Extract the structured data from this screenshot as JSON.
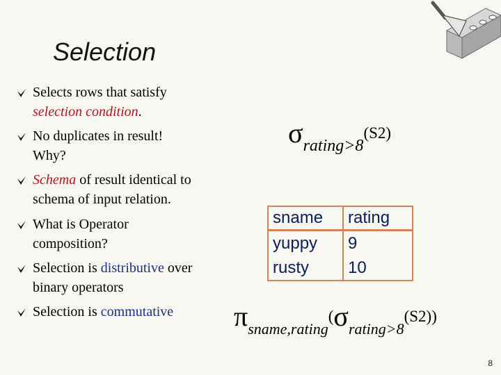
{
  "slide": {
    "title": "Selection",
    "page_number": "8"
  },
  "bullets": [
    {
      "lines": [
        [
          "Selects rows that satisfy"
        ],
        [
          "",
          "selection condition",
          "."
        ]
      ]
    },
    {
      "lines": [
        [
          "No duplicates in result!"
        ],
        [
          "Why?"
        ]
      ]
    },
    {
      "lines": [
        [
          "",
          "Schema",
          " of result identical to"
        ],
        [
          "schema of input relation."
        ]
      ]
    },
    {
      "lines": [
        [
          "What is Operator"
        ],
        [
          "composition?"
        ]
      ]
    },
    {
      "lines": [
        [
          "Selection is ",
          "distributive",
          " over"
        ],
        [
          "binary operators"
        ]
      ]
    },
    {
      "lines": [
        [
          "Selection is ",
          "commutative",
          ""
        ]
      ]
    }
  ],
  "formula_top": {
    "sigma": "σ",
    "subscript": "rating>8",
    "argument": "(S2)"
  },
  "result_table": {
    "headers": [
      "sname",
      "rating"
    ],
    "rows": [
      [
        "yuppy",
        "9"
      ],
      [
        "rusty",
        "10"
      ]
    ]
  },
  "formula_bottom": {
    "pi": "π",
    "pi_subscript": "sname,rating",
    "open_paren": "(",
    "sigma": "σ",
    "sigma_subscript": "rating>8",
    "argument": "(S2))"
  },
  "colors": {
    "emphasis_red": "#b8121f",
    "emphasis_blue": "#1b2f8a",
    "table_border": "#d3825b"
  },
  "icons": {
    "bullet": "checkmark-v-icon",
    "logo": "trowel-and-brick-icon"
  }
}
